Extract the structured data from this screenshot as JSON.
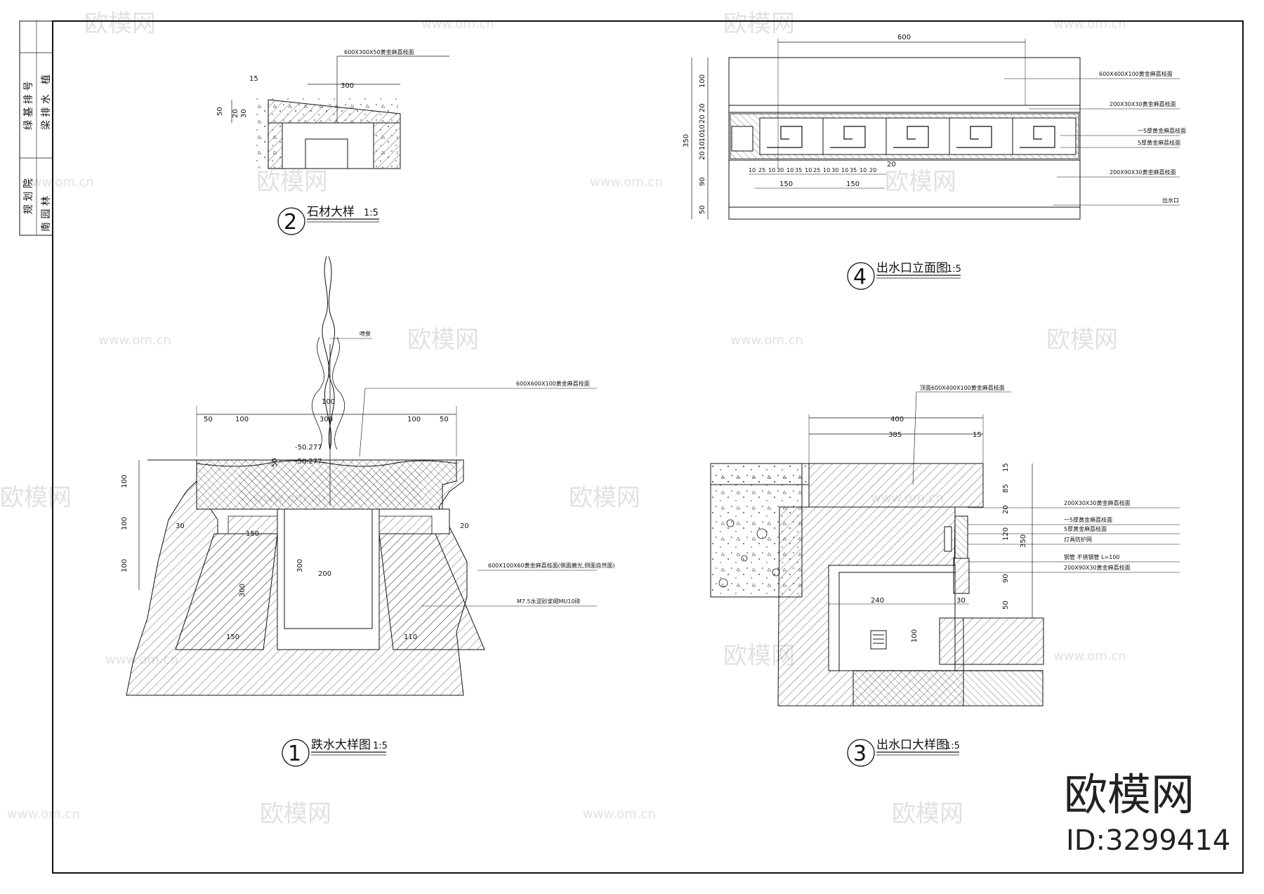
{
  "watermark": {
    "logo": "欧模网",
    "url": "www.om.cn"
  },
  "title_block": {
    "rows": [
      "植",
      "梁 排 水",
      "绿 基 排 号",
      "规 划 院",
      "南 园 林"
    ]
  },
  "details": {
    "detail2": {
      "number": "2",
      "title": "石材大样",
      "scale": "1:5",
      "callout": "600X300X50黄金麻荔枝面",
      "dims": [
        "300",
        "50",
        "20",
        "30",
        "15"
      ]
    },
    "detail4": {
      "number": "4",
      "title": "出水口立面图",
      "scale": "1:5",
      "top_dim": "600",
      "left_dims": [
        "100",
        "20",
        "20",
        "10",
        "10",
        "10",
        "20",
        "90",
        "50"
      ],
      "total_dim": "350",
      "bottom_dims": [
        "10",
        "25",
        "10",
        "30",
        "10",
        "35",
        "10",
        "25",
        "10",
        "30",
        "10",
        "35",
        "10",
        "20"
      ],
      "bottom_spans": [
        "150",
        "150"
      ],
      "mid_dim": "20",
      "callouts": [
        "600X400X100黄金麻荔枝面",
        "200X30X30黄金麻荔枝面",
        "一5厚黄金麻荔枝面",
        "5厚黄金麻荔枝面",
        "200X90X30黄金麻荔枝面",
        "出水口"
      ]
    },
    "detail1": {
      "number": "1",
      "title": "跌水大样图",
      "scale": "1:5",
      "top_dims": [
        "50",
        "100",
        "300",
        "100",
        "50"
      ],
      "upper_dim": "100",
      "level_marks": [
        "-50.277",
        "-50.277"
      ],
      "depth": "50",
      "left_dims": [
        "100",
        "100",
        "100"
      ],
      "inner_dims": [
        "30",
        "150",
        "300",
        "300",
        "200",
        "20",
        "150",
        "110"
      ],
      "callouts": [
        "喷泉",
        "600X600X100黄金麻荔枝面",
        "600X100X60黄金麻荔枝面(侧面磨光,侧面自然面)",
        "M7.5水泥砂浆砌MU10砖"
      ]
    },
    "detail3": {
      "number": "3",
      "title": "出水口大样图",
      "scale": "1:5",
      "top_dims": [
        "400",
        "385",
        "15"
      ],
      "right_dims": [
        "15",
        "85",
        "20",
        "120",
        "90",
        "50"
      ],
      "total_dim": "350",
      "bottom_dims": [
        "240",
        "30",
        "100"
      ],
      "callouts": [
        "顶面600X400X100黄金麻荔枝面",
        "200X30X30黄金麻荔枝面",
        "一5厚黄金麻荔枝面",
        "5厚黄金麻荔枝面",
        "灯具防护网",
        "钢管 不锈钢管 L=100",
        "200X90X30黄金麻荔枝面"
      ]
    }
  },
  "brand": {
    "name": "欧模网",
    "id": "ID:3299414"
  }
}
